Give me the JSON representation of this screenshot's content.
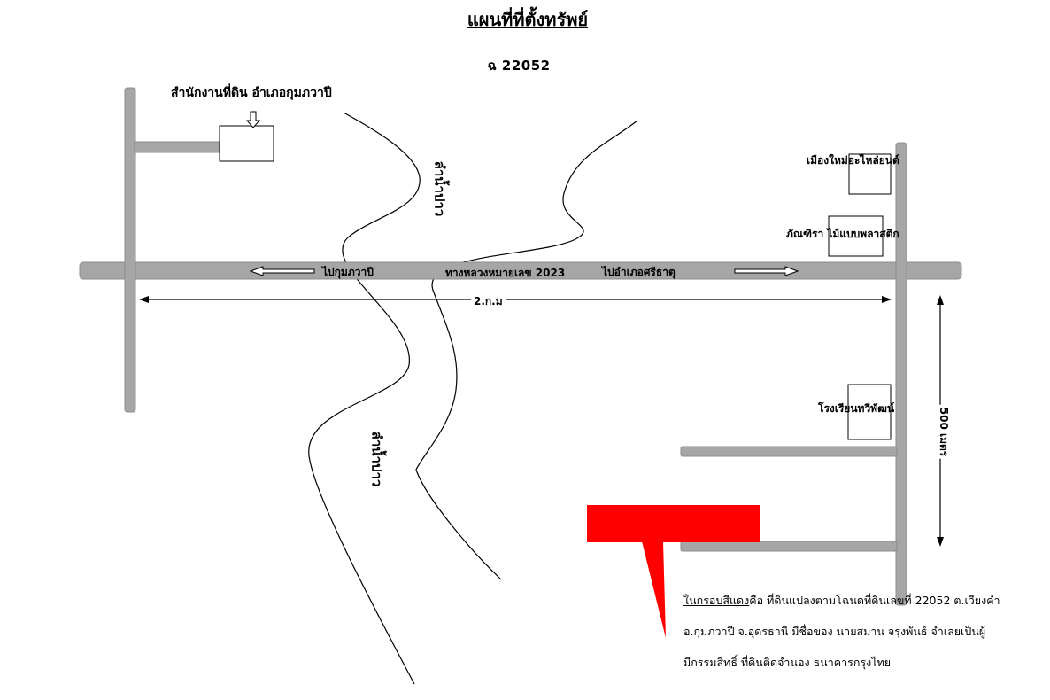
{
  "title": "แผนที่ที่ตั้งทรัพย์",
  "deed_number": "ฉ 22052",
  "landmarks": {
    "land_office": "สำนักงานที่ดิน อำเภอกุมภวาปี",
    "mueang_mai_auto": "เมืองใหม่อะไหล่ยนต์",
    "phatthira": "ภัณฑิรา ไม้แบบพลาสติก",
    "school": "โรงเรียนทวีพัฒน์"
  },
  "roads": {
    "to_kumphawapi": "ไปกุมภวาปี",
    "highway": "ทางหลวงหมายเลข 2023",
    "to_si_that": "ไปอำเภอศรีธาตุ"
  },
  "rivers": {
    "upper": "ลำน้ำปาว",
    "lower": "ลำน้ำปาว"
  },
  "distances": {
    "horizontal": "2.ก.ม",
    "vertical": "500 เมตร"
  },
  "note": {
    "highlight": "ในกรอบสีแดง",
    "line1_rest": "คือ ที่ดินแปลงตามโฉนดที่ดินเลขที่ 22052 ต.เวียงคำ",
    "line2": "อ.กุมภวาปี จ.อุดรธานี มีชื่อของ นายสมาน จรุงพันธ์ จำเลยเป็นผู้",
    "line3": "มีกรรมสิทธิ์ ที่ดินติดจำนอง ธนาคารกรุงไทย"
  },
  "colors": {
    "road": "#a6a6a6",
    "road_edge": "#8c8c8c",
    "parcel_marker": "#ff0000",
    "line": "#000000"
  }
}
